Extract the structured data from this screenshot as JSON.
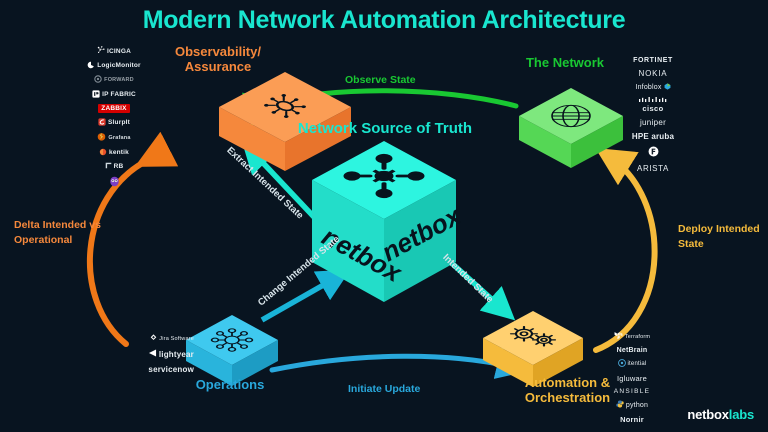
{
  "page": {
    "title": "Modern Network Automation Architecture",
    "background_color": "#081420"
  },
  "brand": {
    "part1": "netbox",
    "part2": "labs"
  },
  "nodes": {
    "observability": {
      "label": "Observability/\nAssurance",
      "label_line1": "Observability/",
      "label_line2": "Assurance",
      "color": "#f5883c"
    },
    "network": {
      "label": "The Network",
      "color": "#19c832"
    },
    "nsot": {
      "label": "Network Source of Truth",
      "cube_text": "netbox",
      "color": "#19e6cf"
    },
    "operations": {
      "label": "Operations",
      "color": "#29a8dc"
    },
    "automation": {
      "label_line1": "Automation &",
      "label_line2": "Orchestration",
      "color": "#f5bb3c"
    }
  },
  "arrows": {
    "observe_state": {
      "label": "Observe State",
      "color": "#19c832"
    },
    "extract_intended_state": {
      "label": "Extract Intended State",
      "color": "#19e6cf"
    },
    "change_intended_state": {
      "label": "Change Intended State",
      "color": "#19b4d8"
    },
    "intended_state": {
      "label": "Intended State",
      "color": "#19e6cf"
    },
    "initiate_update": {
      "label": "Initiate Update",
      "color": "#29a8dc"
    },
    "delta_intended": {
      "label_line1": "Delta Intended",
      "label_line2": "vs Operational",
      "color": "#f5883c"
    },
    "deploy_intended": {
      "label_line1": "Deploy",
      "label_line2": "Intended State",
      "color": "#f5bb3c"
    }
  },
  "vendor_columns": {
    "observability": [
      {
        "name": "ICINGA"
      },
      {
        "name": "LogicMonitor"
      },
      {
        "name": "FORWARD"
      },
      {
        "name": "IP FABRIC"
      },
      {
        "name": "ZABBIX"
      },
      {
        "name": "SlurpIt"
      },
      {
        "name": "Grafana"
      },
      {
        "name": "kentik"
      },
      {
        "name": "RB"
      },
      {
        "name": ""
      }
    ],
    "network": [
      {
        "name": "FORTINET"
      },
      {
        "name": "NOKIA"
      },
      {
        "name": "Infoblox"
      },
      {
        "name": "cisco"
      },
      {
        "name": "JUNIPER"
      },
      {
        "name": "HPE aruba"
      },
      {
        "name": "F5"
      },
      {
        "name": "ARISTA"
      }
    ],
    "operations": [
      {
        "name": "Jira Software"
      },
      {
        "name": "lightyear"
      },
      {
        "name": "servicenow"
      }
    ],
    "automation": [
      {
        "name": "Terraform"
      },
      {
        "name": "NetBrain"
      },
      {
        "name": "itential"
      },
      {
        "name": "Igluware"
      },
      {
        "name": "ANSIBLE"
      },
      {
        "name": "python"
      },
      {
        "name": "Nornir"
      }
    ]
  }
}
